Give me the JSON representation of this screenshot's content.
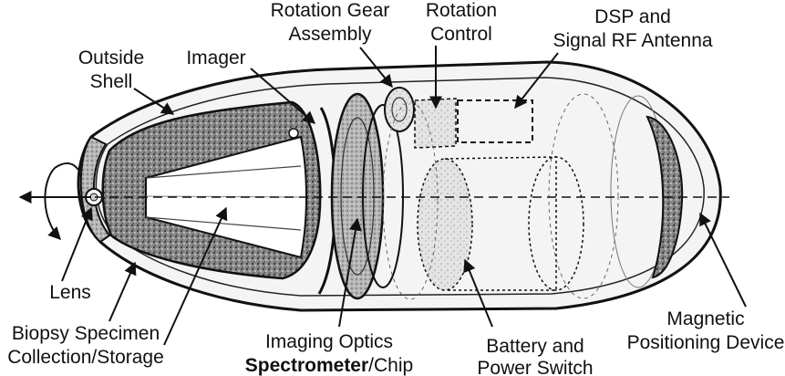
{
  "labels": {
    "rotation_gear_assembly": [
      "Rotation Gear",
      "Assembly"
    ],
    "rotation_control": [
      "Rotation",
      "Control"
    ],
    "dsp_antenna": [
      "DSP and",
      "Signal RF Antenna"
    ],
    "outside_shell": [
      "Outside",
      "Shell"
    ],
    "imager": "Imager",
    "lens": "Lens",
    "biopsy_specimen": [
      "Biopsy Specimen",
      "Collection/Storage"
    ],
    "imaging_optics": "Imaging Optics",
    "spectrometer_bold": "Spectrometer",
    "spectrometer_rest": "/Chip",
    "battery_power": [
      "Battery and",
      "Power Switch"
    ],
    "magnetic_positioning": [
      "Magnetic",
      "Positioning Device"
    ]
  },
  "colors": {
    "ink": "#111111",
    "texture_dark": "#6e6e6e",
    "texture_mid": "#a8a8a8",
    "texture_light": "#d8d8d8"
  }
}
